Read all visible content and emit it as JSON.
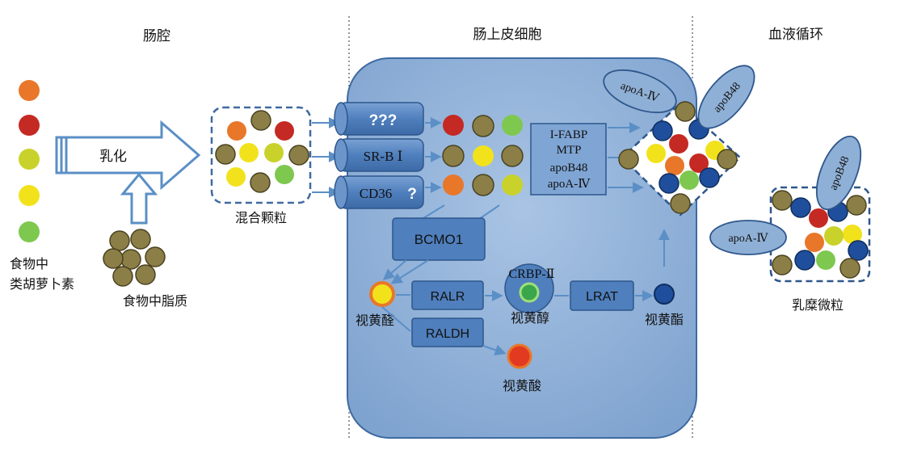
{
  "regions": {
    "lumen": "肠腔",
    "epithelium": "肠上皮细胞",
    "circulation": "血液循环"
  },
  "left": {
    "food_carotenoid_line1": "食物中",
    "food_carotenoid_line2": "类胡萝卜素",
    "emulsify": "乳化",
    "food_lipid": "食物中脂质",
    "mixed_micelle": "混合颗粒"
  },
  "transporters": {
    "unknown": "???",
    "srb1": "SR-B Ⅰ",
    "cd36": "CD36",
    "cd36_q": "?"
  },
  "proteins": {
    "ifabp": "I-FABP",
    "mtp": "MTP",
    "apob48": "apoB48",
    "apoa4": "apoA-Ⅳ"
  },
  "enzymes": {
    "bcmo1": "BCMO1",
    "ralr": "RALR",
    "raldh": "RALDH",
    "crbp2": "CRBP-Ⅱ",
    "lrat": "LRAT"
  },
  "metabolites": {
    "retinal": "视黄醛",
    "retinol": "视黄醇",
    "retinyl_ester": "视黄酯",
    "retinoic_acid": "视黄酸"
  },
  "chylomicron": {
    "label": "乳糜微粒",
    "apoa4": "apoA-Ⅳ",
    "apob48": "apoB48"
  },
  "colors": {
    "cell_fill": "#8fb0d6",
    "arrow_blue": "#5b8fc6",
    "orange": "#e8772a",
    "red": "#c42a23",
    "yellow": "#f2e21c",
    "yellowgreen": "#c9d22b",
    "green": "#7ec850",
    "olive": "#8b7f47",
    "navy": "#1f4f9c"
  }
}
